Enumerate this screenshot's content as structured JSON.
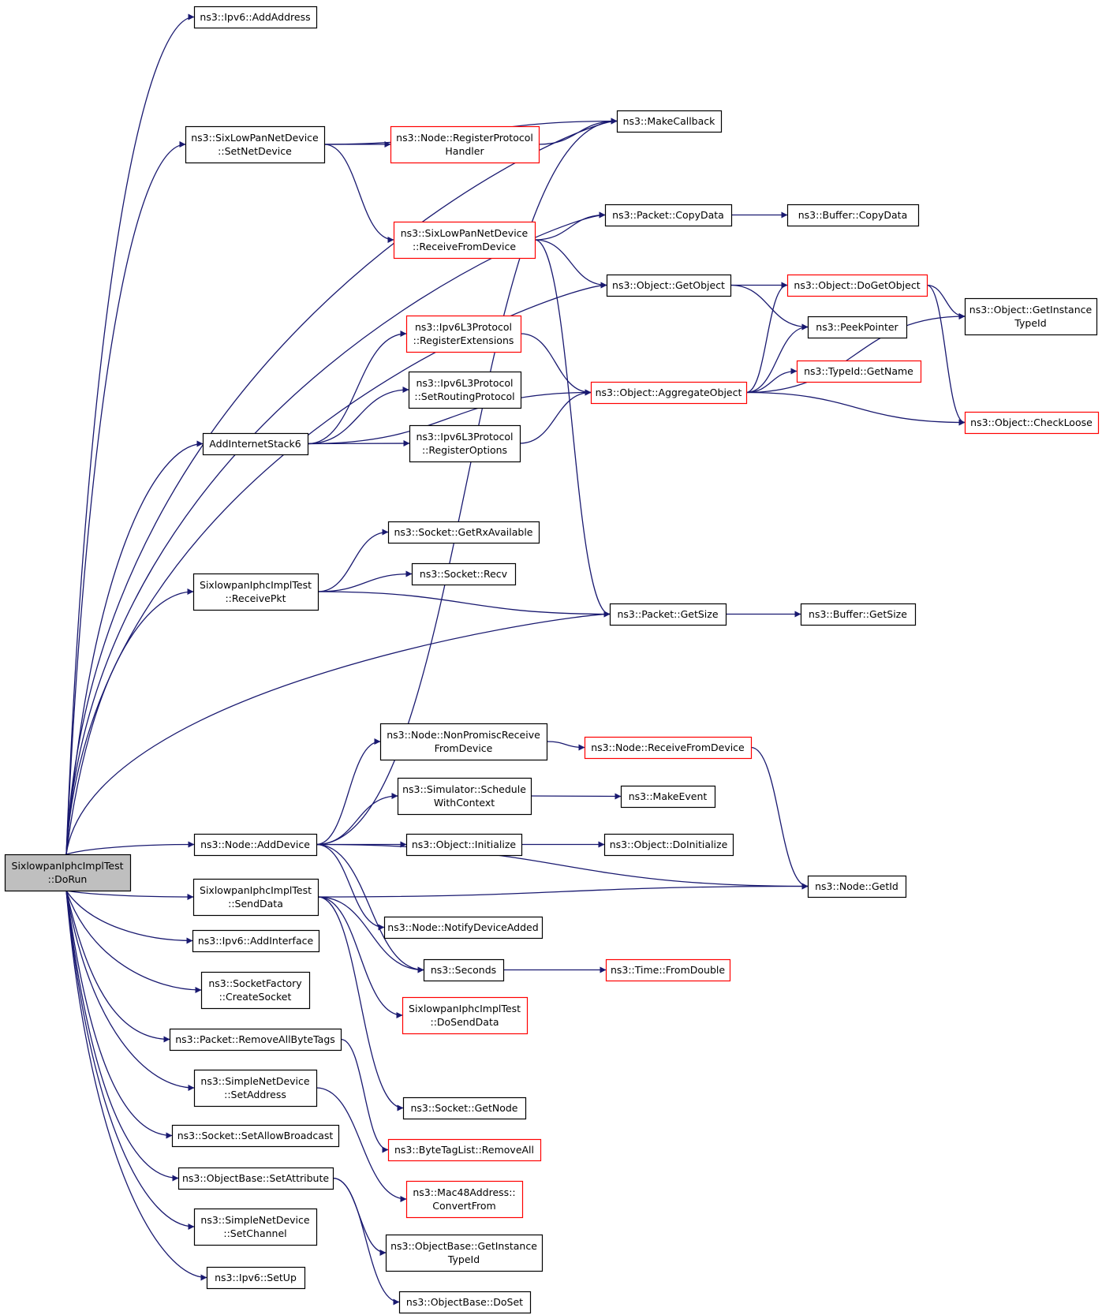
{
  "colors": {
    "edge": "#191970",
    "border_normal": "#000000",
    "border_truncated": "#ff0000",
    "root_fill": "#bfbfbf",
    "node_fill": "#ffffff"
  },
  "nodes": [
    {
      "id": "root",
      "lines": [
        "SixlowpanIphcImplTest",
        "::DoRun"
      ],
      "kind": "root"
    },
    {
      "id": "ipv6-addaddress",
      "lines": [
        "ns3::Ipv6::AddAddress"
      ],
      "kind": "normal"
    },
    {
      "id": "makecallback",
      "lines": [
        "ns3::MakeCallback"
      ],
      "kind": "normal"
    },
    {
      "id": "sixlowpan-setnetdevice",
      "lines": [
        "ns3::SixLowPanNetDevice",
        "::SetNetDevice"
      ],
      "kind": "normal"
    },
    {
      "id": "node-registerprotocolhandler",
      "lines": [
        "ns3::Node::RegisterProtocol",
        "Handler"
      ],
      "kind": "truncated"
    },
    {
      "id": "packet-copydata",
      "lines": [
        "ns3::Packet::CopyData"
      ],
      "kind": "normal"
    },
    {
      "id": "buffer-copydata",
      "lines": [
        "ns3::Buffer::CopyData"
      ],
      "kind": "normal"
    },
    {
      "id": "sixlowpan-receivefromdevice",
      "lines": [
        "ns3::SixLowPanNetDevice",
        "::ReceiveFromDevice"
      ],
      "kind": "truncated"
    },
    {
      "id": "object-getobject",
      "lines": [
        "ns3::Object::GetObject"
      ],
      "kind": "normal"
    },
    {
      "id": "object-dogetobject",
      "lines": [
        "ns3::Object::DoGetObject"
      ],
      "kind": "truncated"
    },
    {
      "id": "object-getinstancetypeid",
      "lines": [
        "ns3::Object::GetInstance",
        "TypeId"
      ],
      "kind": "normal"
    },
    {
      "id": "peekpointer",
      "lines": [
        "ns3::PeekPointer"
      ],
      "kind": "normal"
    },
    {
      "id": "ipv6l3-registerextensions",
      "lines": [
        "ns3::Ipv6L3Protocol",
        "::RegisterExtensions"
      ],
      "kind": "truncated"
    },
    {
      "id": "ipv6l3-setroutingprotocol",
      "lines": [
        "ns3::Ipv6L3Protocol",
        "::SetRoutingProtocol"
      ],
      "kind": "normal"
    },
    {
      "id": "typeid-getname",
      "lines": [
        "ns3::TypeId::GetName"
      ],
      "kind": "truncated"
    },
    {
      "id": "object-aggregateobject",
      "lines": [
        "ns3::Object::AggregateObject"
      ],
      "kind": "truncated"
    },
    {
      "id": "addinternetstack6",
      "lines": [
        "AddInternetStack6"
      ],
      "kind": "normal"
    },
    {
      "id": "ipv6l3-registeroptions",
      "lines": [
        "ns3::Ipv6L3Protocol",
        "::RegisterOptions"
      ],
      "kind": "normal"
    },
    {
      "id": "object-checkloose",
      "lines": [
        "ns3::Object::CheckLoose"
      ],
      "kind": "truncated"
    },
    {
      "id": "socket-getrxavailable",
      "lines": [
        "ns3::Socket::GetRxAvailable"
      ],
      "kind": "normal"
    },
    {
      "id": "sixlowpan-receivepkt",
      "lines": [
        "SixlowpanIphcImplTest",
        "::ReceivePkt"
      ],
      "kind": "normal"
    },
    {
      "id": "socket-recv",
      "lines": [
        "ns3::Socket::Recv"
      ],
      "kind": "normal"
    },
    {
      "id": "packet-getsize",
      "lines": [
        "ns3::Packet::GetSize"
      ],
      "kind": "normal"
    },
    {
      "id": "buffer-getsize",
      "lines": [
        "ns3::Buffer::GetSize"
      ],
      "kind": "normal"
    },
    {
      "id": "node-nonpromiscreceivefromdevice",
      "lines": [
        "ns3::Node::NonPromiscReceive",
        "FromDevice"
      ],
      "kind": "normal"
    },
    {
      "id": "node-receivefromdevice",
      "lines": [
        "ns3::Node::ReceiveFromDevice"
      ],
      "kind": "truncated"
    },
    {
      "id": "simulator-schedulewithcontext",
      "lines": [
        "ns3::Simulator::Schedule",
        "WithContext"
      ],
      "kind": "normal"
    },
    {
      "id": "makeevent",
      "lines": [
        "ns3::MakeEvent"
      ],
      "kind": "normal"
    },
    {
      "id": "node-adddevice",
      "lines": [
        "ns3::Node::AddDevice"
      ],
      "kind": "normal"
    },
    {
      "id": "object-initialize",
      "lines": [
        "ns3::Object::Initialize"
      ],
      "kind": "normal"
    },
    {
      "id": "object-doinitialize",
      "lines": [
        "ns3::Object::DoInitialize"
      ],
      "kind": "normal"
    },
    {
      "id": "node-getid",
      "lines": [
        "ns3::Node::GetId"
      ],
      "kind": "normal"
    },
    {
      "id": "sixlowpan-senddata",
      "lines": [
        "SixlowpanIphcImplTest",
        "::SendData"
      ],
      "kind": "normal"
    },
    {
      "id": "node-notifydeviceadded",
      "lines": [
        "ns3::Node::NotifyDeviceAdded"
      ],
      "kind": "normal"
    },
    {
      "id": "ipv6-addinterface",
      "lines": [
        "ns3::Ipv6::AddInterface"
      ],
      "kind": "normal"
    },
    {
      "id": "seconds",
      "lines": [
        "ns3::Seconds"
      ],
      "kind": "normal"
    },
    {
      "id": "time-fromdouble",
      "lines": [
        "ns3::Time::FromDouble"
      ],
      "kind": "truncated"
    },
    {
      "id": "socketfactory-createsocket",
      "lines": [
        "ns3::SocketFactory",
        "::CreateSocket"
      ],
      "kind": "normal"
    },
    {
      "id": "sixlowpan-dosenddata",
      "lines": [
        "SixlowpanIphcImplTest",
        "::DoSendData"
      ],
      "kind": "truncated"
    },
    {
      "id": "packet-removeallbytetags",
      "lines": [
        "ns3::Packet::RemoveAllByteTags"
      ],
      "kind": "normal"
    },
    {
      "id": "simplenetdevice-setaddress",
      "lines": [
        "ns3::SimpleNetDevice",
        "::SetAddress"
      ],
      "kind": "normal"
    },
    {
      "id": "socket-getnode",
      "lines": [
        "ns3::Socket::GetNode"
      ],
      "kind": "normal"
    },
    {
      "id": "socket-setallowbroadcast",
      "lines": [
        "ns3::Socket::SetAllowBroadcast"
      ],
      "kind": "normal"
    },
    {
      "id": "bytetaglist-removeall",
      "lines": [
        "ns3::ByteTagList::RemoveAll"
      ],
      "kind": "truncated"
    },
    {
      "id": "objectbase-setattribute",
      "lines": [
        "ns3::ObjectBase::SetAttribute"
      ],
      "kind": "normal"
    },
    {
      "id": "mac48address-convertfrom",
      "lines": [
        "ns3::Mac48Address::",
        "ConvertFrom"
      ],
      "kind": "truncated"
    },
    {
      "id": "simplenetdevice-setchannel",
      "lines": [
        "ns3::SimpleNetDevice",
        "::SetChannel"
      ],
      "kind": "normal"
    },
    {
      "id": "objectbase-getinstancetypeid",
      "lines": [
        "ns3::ObjectBase::GetInstance",
        "TypeId"
      ],
      "kind": "normal"
    },
    {
      "id": "ipv6-setup",
      "lines": [
        "ns3::Ipv6::SetUp"
      ],
      "kind": "normal"
    },
    {
      "id": "objectbase-doset",
      "lines": [
        "ns3::ObjectBase::DoSet"
      ],
      "kind": "normal"
    }
  ]
}
